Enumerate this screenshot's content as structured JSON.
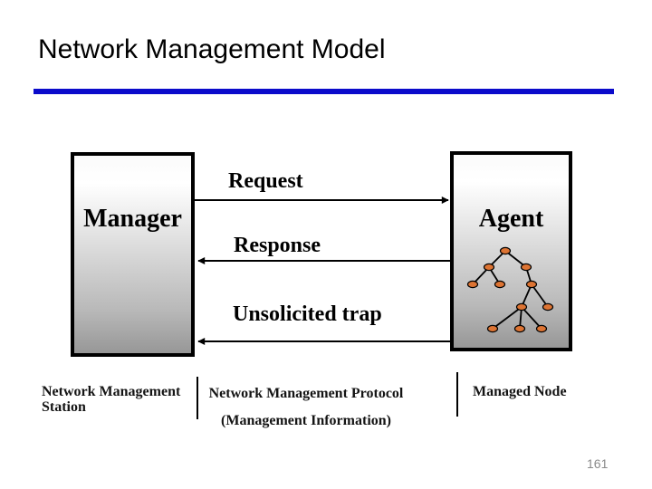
{
  "slide": {
    "title": "Network Management Model",
    "page_number": "161"
  },
  "diagram": {
    "manager_box": {
      "label": "Manager"
    },
    "agent_box": {
      "label": "Agent"
    },
    "arrows": [
      {
        "label": "Request",
        "from": "Manager",
        "to": "Agent",
        "direction": "right"
      },
      {
        "label": "Response",
        "from": "Agent",
        "to": "Manager",
        "direction": "left"
      },
      {
        "label": "Unsolicited trap",
        "from": "Agent",
        "to": "Manager",
        "direction": "left"
      }
    ],
    "mib_tree": {
      "icon": "mib-tree-icon",
      "node_count": 11
    },
    "footnotes": {
      "left": "Network Management Station",
      "center_line1": "Network Management Protocol",
      "center_line2": "(Management Information)",
      "right": "Managed Node"
    }
  },
  "colors": {
    "accent_line": "#0b0bcb",
    "tree_node_fill": "#dd7433",
    "box_border": "#000000",
    "box_gradient_bottom": "#979797",
    "page_number": "#8a8a8a"
  }
}
